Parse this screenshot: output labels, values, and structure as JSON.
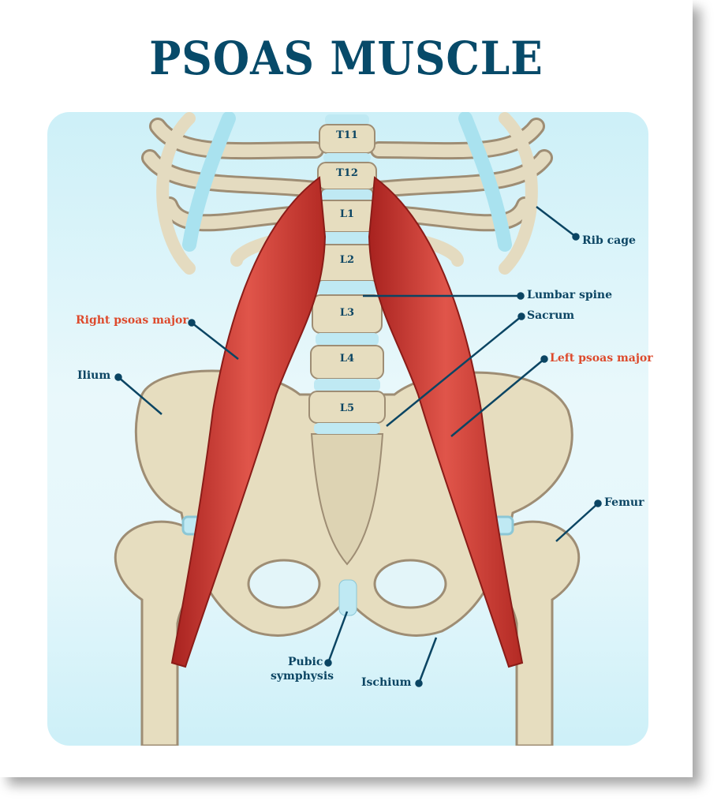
{
  "title": "PSOAS MUSCLE",
  "vertebrae": [
    "T11",
    "T12",
    "L1",
    "L2",
    "L3",
    "L4",
    "L5"
  ],
  "labels": {
    "rib_cage": "Rib cage",
    "lumbar_spine": "Lumbar spine",
    "sacrum": "Sacrum",
    "left_psoas_major": "Left psoas major",
    "right_psoas_major": "Right psoas major",
    "ilium": "Ilium",
    "femur": "Femur",
    "pubic_symphysis_line1": "Pubic",
    "pubic_symphysis_line2": "symphysis",
    "ischium": "Ischium"
  },
  "colors": {
    "title": "#074a69",
    "label": "#0b4563",
    "muscle_label": "#dd4a2c",
    "bone": "#e8e0c4",
    "cartilage": "#bfe9f3",
    "muscle": "#c8302a"
  }
}
